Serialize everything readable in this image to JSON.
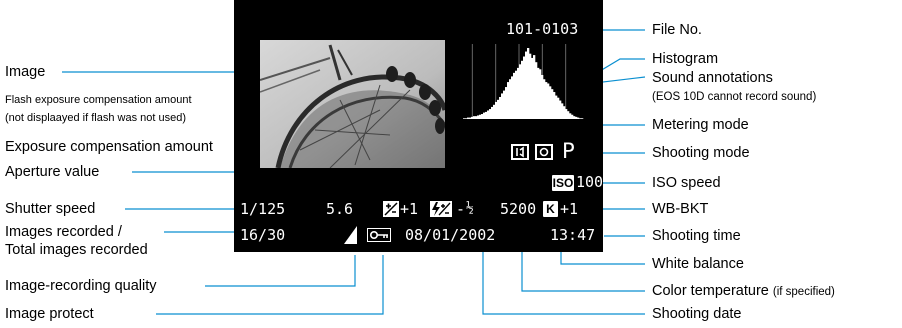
{
  "screen": {
    "file_no": "101-0103",
    "shutter_speed": "1/125",
    "aperture": "5.6",
    "exposure_comp": "+1",
    "flash_comp_sign": "-",
    "flash_comp_frac": "½",
    "color_temp": "5200",
    "wb_bkt": "+1",
    "images_count": "16/30",
    "date": "08/01/2002",
    "time": "13:47",
    "iso_badge": "ISO",
    "iso_value": "100",
    "shooting_mode": "P",
    "wb_badge": "K",
    "histogram_bins": [
      0,
      0,
      0,
      0,
      0,
      0,
      0,
      1,
      1,
      2,
      2,
      3,
      4,
      4,
      5,
      6,
      7,
      9,
      10,
      12,
      14,
      17,
      20,
      24,
      27,
      31,
      36,
      40,
      45,
      52,
      56,
      60,
      65,
      68,
      72,
      77,
      82,
      88,
      95,
      100,
      92,
      86,
      90,
      80,
      72,
      70,
      62,
      56,
      52,
      50,
      46,
      42,
      38,
      33,
      30,
      26,
      22,
      18,
      14,
      11,
      8,
      6,
      4,
      3,
      2,
      1,
      1,
      0,
      0,
      0
    ]
  },
  "labels": {
    "file_no": "File No.",
    "histogram": "Histogram",
    "sound": "Sound annotations",
    "sound_note": "(EOS 10D cannot record sound)",
    "metering": "Metering mode",
    "shooting_mode": "Shooting mode",
    "iso": "ISO speed",
    "wb_bkt": "WB-BKT",
    "shooting_time": "Shooting time",
    "white_balance": "White balance",
    "color_temp": "Color temperature",
    "color_temp_note": "(if specified)",
    "shooting_date": "Shooting date",
    "image": "Image",
    "flash_comp": "Flash exposure compensation amount",
    "flash_comp_note": "(not displaayed if flash was not used)",
    "exposure_comp": "Exposure compensation amount",
    "aperture": "Aperture value",
    "shutter": "Shutter speed",
    "images_recorded_1": "Images recorded /",
    "images_recorded_2": "Total images recorded",
    "quality": "Image-recording quality",
    "protect": "Image protect"
  },
  "colors": {
    "leader": "#0a8fd0",
    "screen": "#000000",
    "lcd_text": "#ffffff"
  }
}
